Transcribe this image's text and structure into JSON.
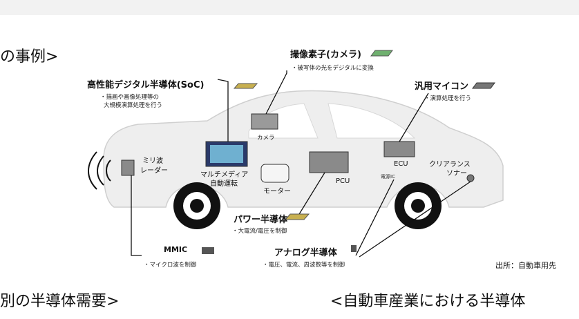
{
  "slide": {
    "heading_left": "の事例>",
    "heading_bottom_left": "別の半導体需要>",
    "heading_bottom_right": "<自動車産業における半導体",
    "source_note": "出所：自動車用先"
  },
  "components": {
    "soc": {
      "title": "高性能デジタル半導体(SoC)",
      "desc1": "・描画や画像処理等の",
      "desc2": "大規模演算処理を行う"
    },
    "camera_sensor": {
      "title": "撮像素子(カメラ)",
      "desc": "・被写体の光をデジタルに変換"
    },
    "mcu": {
      "title": "汎用マイコン",
      "desc": "・演算処理を行う"
    },
    "power": {
      "title": "パワー半導体",
      "desc": "・大電流/電圧を制御"
    },
    "analog": {
      "title": "アナログ半導体",
      "desc": "・電圧、電流、周波数等を制御"
    },
    "mmic": {
      "title": "MMIC",
      "desc": "・マイクロ波を制御"
    }
  },
  "car_labels": {
    "camera": "カメラ",
    "radar1": "ミリ波",
    "radar2": "レーダー",
    "multimedia1": "マルチメディア",
    "multimedia2": "自動運転",
    "motor": "モーター",
    "pcu": "PCU",
    "ecu": "ECU",
    "power_ic": "電源IC",
    "sonar1": "クリアランス",
    "sonar2": "ソナー"
  },
  "colors": {
    "car_body": "#eeeeee",
    "wheel": "#111111",
    "chip": "#8a8a8a",
    "chip_green": "#6fb06f",
    "chip_gold": "#c8b050"
  }
}
